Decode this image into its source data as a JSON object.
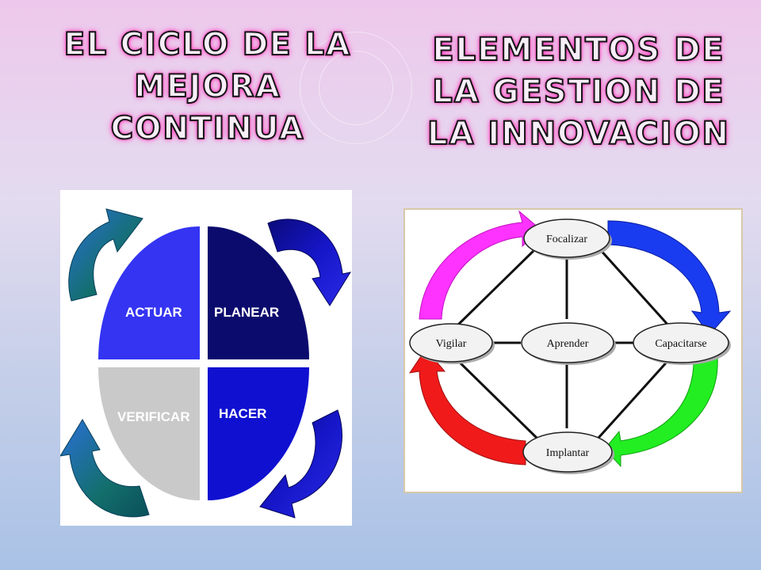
{
  "titles": {
    "left": [
      "EL CICLO DE LA",
      "MEJORA",
      "CONTINUA"
    ],
    "right": [
      "ELEMENTOS DE",
      "LA GESTION DE",
      "LA INNOVACION"
    ]
  },
  "pdca": {
    "quadrants": [
      {
        "label": "ACTUAR",
        "color": "#3434f2"
      },
      {
        "label": "PLANEAR",
        "color": "#0b0b6e"
      },
      {
        "label": "VERIFICAR",
        "color": "#c9c9c9"
      },
      {
        "label": "HACER",
        "color": "#1010d0"
      }
    ],
    "arrow_colors": [
      "#0f6e6a",
      "#1c1cc8"
    ]
  },
  "innovation": {
    "nodes": [
      {
        "label": "Focalizar"
      },
      {
        "label": "Vigilar"
      },
      {
        "label": "Aprender"
      },
      {
        "label": "Capacitarse"
      },
      {
        "label": "Implantar"
      }
    ],
    "arrow_colors": [
      "#ff33ff",
      "#1a3cf0",
      "#22ee22",
      "#f01a1a"
    ]
  }
}
